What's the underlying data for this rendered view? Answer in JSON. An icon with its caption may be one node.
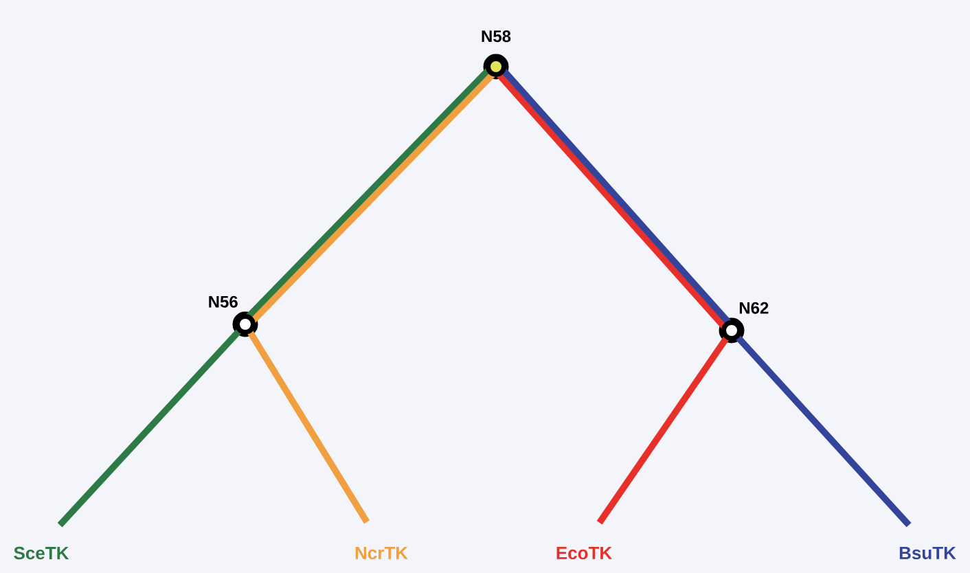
{
  "diagram": {
    "nodes": [
      {
        "text": [],
        "shape": "circle",
        "beside": [
          "N58"
        ]
      },
      {
        "text": [],
        "shape": "circle",
        "beside": [
          "N56"
        ]
      },
      {
        "text": [],
        "shape": "circle",
        "beside": [
          "N62"
        ]
      },
      {
        "text": [
          "SceTK"
        ]
      },
      {
        "text": [
          "NcrTK"
        ]
      },
      {
        "text": [
          "EcoTK"
        ]
      },
      {
        "text": [
          "BsuTK"
        ]
      }
    ],
    "edges": [
      {
        "from": 0,
        "to": 1,
        "arrow": "none",
        "color": "#2e7a46"
      },
      {
        "from": 0,
        "to": 1,
        "arrow": "none",
        "color": "#f0a040"
      },
      {
        "from": 1,
        "to": 3,
        "arrow": "none",
        "color": "#2e7a46"
      },
      {
        "from": 1,
        "to": 4,
        "arrow": "none",
        "color": "#f0a040"
      },
      {
        "from": 0,
        "to": 2,
        "arrow": "none",
        "color": "#e8302a"
      },
      {
        "from": 0,
        "to": 2,
        "arrow": "none",
        "color": "#34449a"
      },
      {
        "from": 2,
        "to": 5,
        "arrow": "none",
        "color": "#e8302a"
      },
      {
        "from": 2,
        "to": 6,
        "arrow": "none",
        "color": "#34449a"
      }
    ]
  }
}
